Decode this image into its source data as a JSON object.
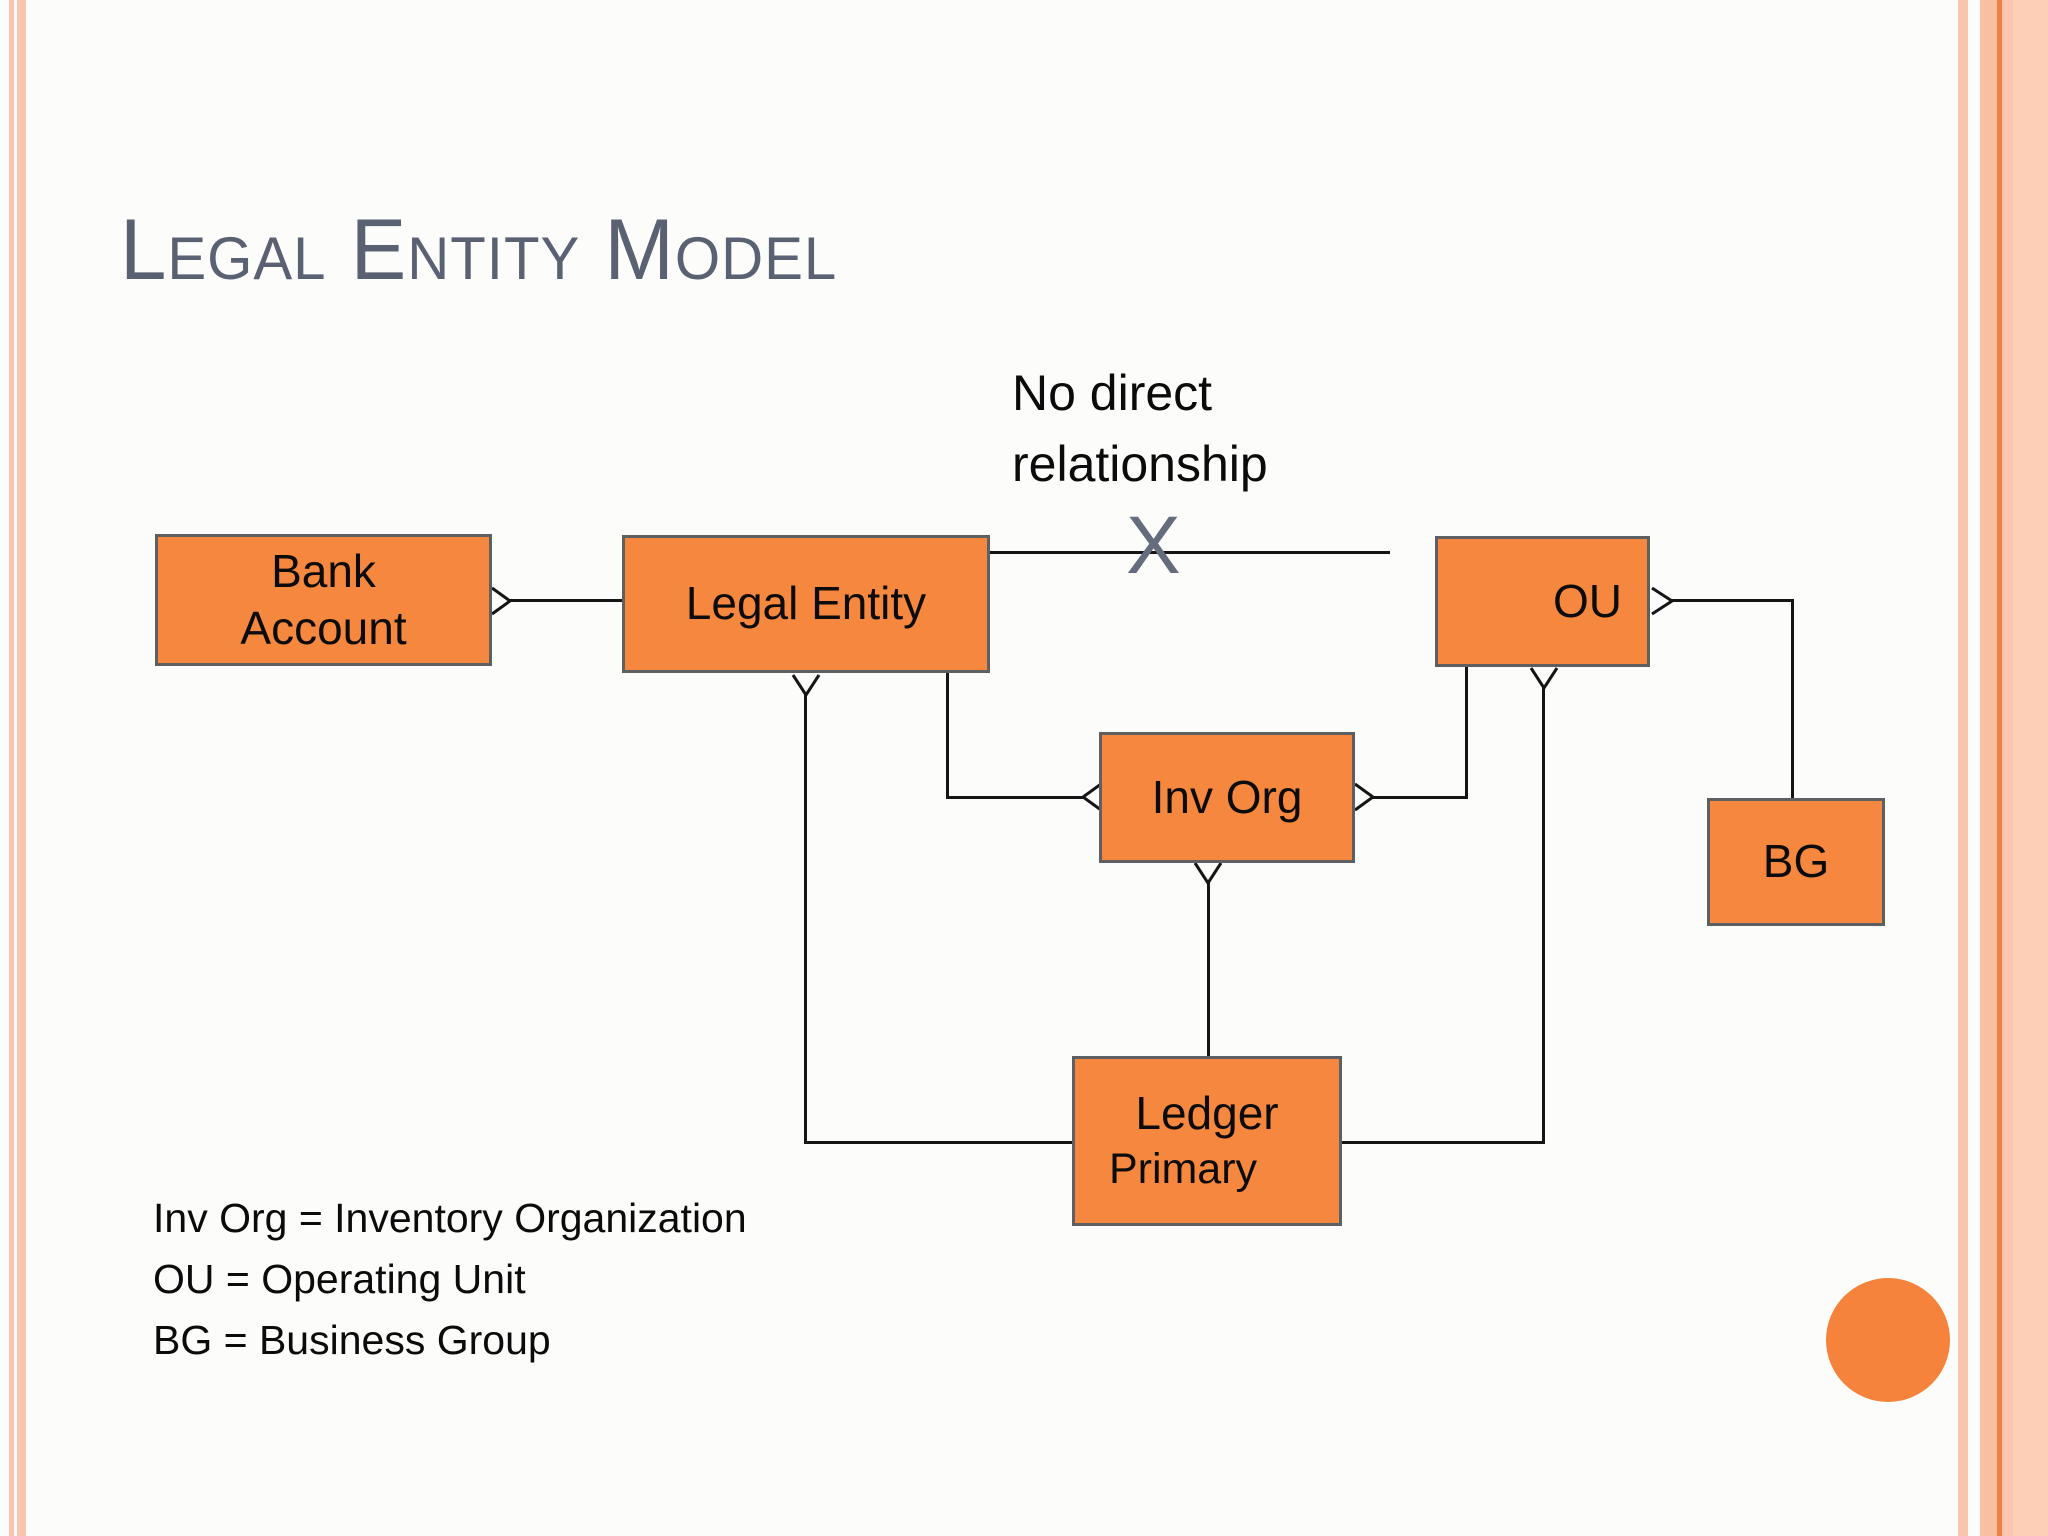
{
  "slide": {
    "title": "Legal Entity Model",
    "annotation": "No direct\nrelationship",
    "no_relation_marker": "X",
    "legend": [
      "Inv Org = Inventory Organization",
      "OU = Operating Unit",
      "BG = Business Group"
    ],
    "colors": {
      "node_fill": "#F6873E",
      "node_border": "#5E5F63",
      "title_text": "#5A6173",
      "x_marker": "#656C7D",
      "connector": "#151515",
      "stripe_salmon": "#F9C6AD",
      "stripe_dark_orange": "#EE8142",
      "circle_orange": "#F5833C"
    }
  },
  "diagram": {
    "nodes": {
      "bank_account": {
        "label": "Bank\nAccount"
      },
      "legal_entity": {
        "label": "Legal Entity"
      },
      "ou": {
        "label": "OU"
      },
      "inv_org": {
        "label": "Inv Org"
      },
      "ledger": {
        "line1": "Ledger",
        "line2": "Primary"
      },
      "bg": {
        "label": "BG"
      }
    }
  }
}
